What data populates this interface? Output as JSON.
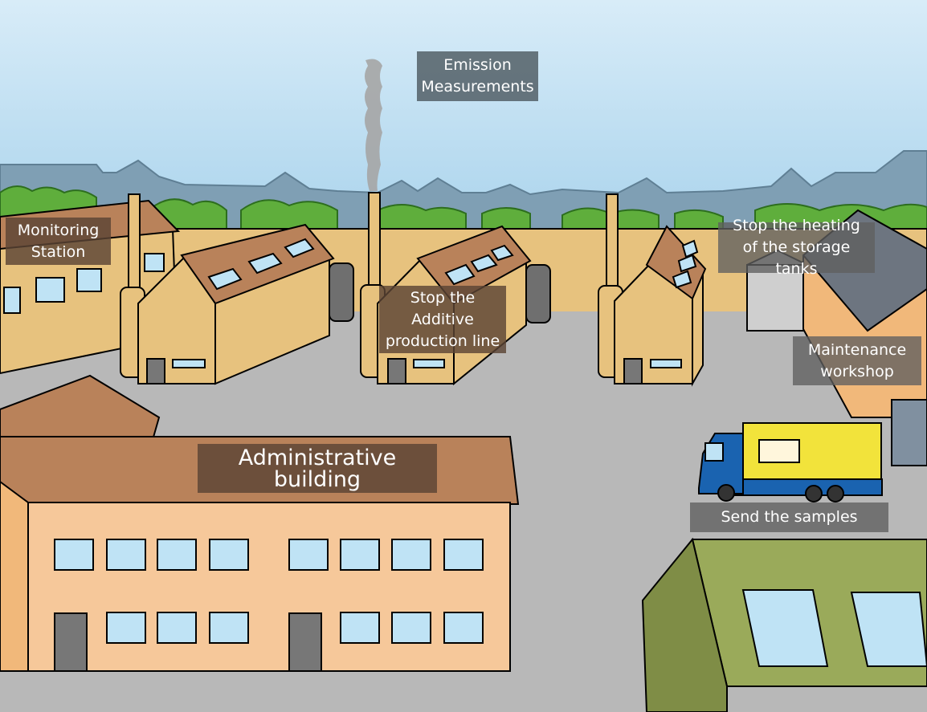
{
  "scene": {
    "colors": {
      "sky_top": "#d8ecf8",
      "sky_bottom": "#a9d3ec",
      "ground": "#b8b8b8",
      "wall": "#e7c27e",
      "roof": "#b9825a",
      "admin_wall": "#f6c89a",
      "green_building": "#8c9c50"
    }
  },
  "labels": {
    "emission": "Emission\nMeasurements",
    "monitoring": "Monitoring\nStation",
    "stop_heating": "Stop the heating\nof the storage tanks",
    "stop_additive": "Stop the\nAdditive\nproduction line",
    "maintenance": "Maintenance\nworkshop",
    "admin": "Administrative building",
    "send_samples": "Send the samples"
  }
}
